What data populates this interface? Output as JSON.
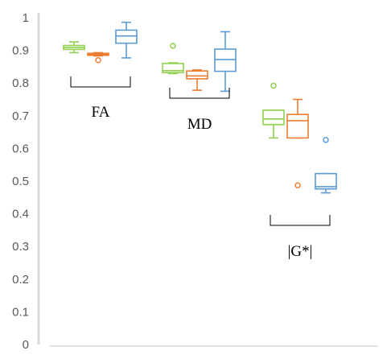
{
  "chart_data": {
    "type": "box",
    "title": "",
    "xlabel": "",
    "ylabel": "",
    "ylim": [
      0,
      1
    ],
    "yticks": [
      0,
      0.1,
      0.2,
      0.3,
      0.4,
      0.5,
      0.6,
      0.7,
      0.8,
      0.9,
      1
    ],
    "ytick_labels": [
      "0",
      "0.1",
      "0.2",
      "0.3",
      "0.4",
      "0.5",
      "0.6",
      "0.7",
      "0.8",
      "0.9",
      "1"
    ],
    "grid": false,
    "legend": "none",
    "series_colors": [
      "#92d050",
      "#ed7d31",
      "#5b9bd5"
    ],
    "groups": [
      {
        "label": "FA",
        "boxes": [
          {
            "series": 0,
            "min": 0.893,
            "q1": 0.903,
            "median": 0.909,
            "q3": 0.915,
            "max": 0.926,
            "outliers": []
          },
          {
            "series": 1,
            "min": 0.883,
            "q1": 0.885,
            "median": 0.888,
            "q3": 0.891,
            "max": 0.893,
            "outliers": [
              0.87
            ]
          },
          {
            "series": 2,
            "min": 0.877,
            "q1": 0.922,
            "median": 0.944,
            "q3": 0.962,
            "max": 0.986,
            "outliers": []
          }
        ]
      },
      {
        "label": "MD",
        "boxes": [
          {
            "series": 0,
            "min": 0.829,
            "q1": 0.832,
            "median": 0.838,
            "q3": 0.86,
            "max": 0.862,
            "outliers": [
              0.914
            ]
          },
          {
            "series": 1,
            "min": 0.778,
            "q1": 0.813,
            "median": 0.822,
            "q3": 0.837,
            "max": 0.84,
            "outliers": []
          },
          {
            "series": 2,
            "min": 0.775,
            "q1": 0.836,
            "median": 0.872,
            "q3": 0.904,
            "max": 0.957,
            "outliers": []
          }
        ]
      },
      {
        "label": "|G*|",
        "boxes": [
          {
            "series": 0,
            "min": 0.632,
            "q1": 0.673,
            "median": 0.69,
            "q3": 0.717,
            "max": 0.717,
            "outliers": [
              0.792
            ]
          },
          {
            "series": 1,
            "min": 0.632,
            "q1": 0.632,
            "median": 0.685,
            "q3": 0.704,
            "max": 0.75,
            "outliers": [
              0.487
            ]
          },
          {
            "series": 2,
            "min": 0.464,
            "q1": 0.476,
            "median": 0.483,
            "q3": 0.523,
            "max": 0.523,
            "outliers": [
              0.626
            ]
          }
        ]
      }
    ]
  }
}
